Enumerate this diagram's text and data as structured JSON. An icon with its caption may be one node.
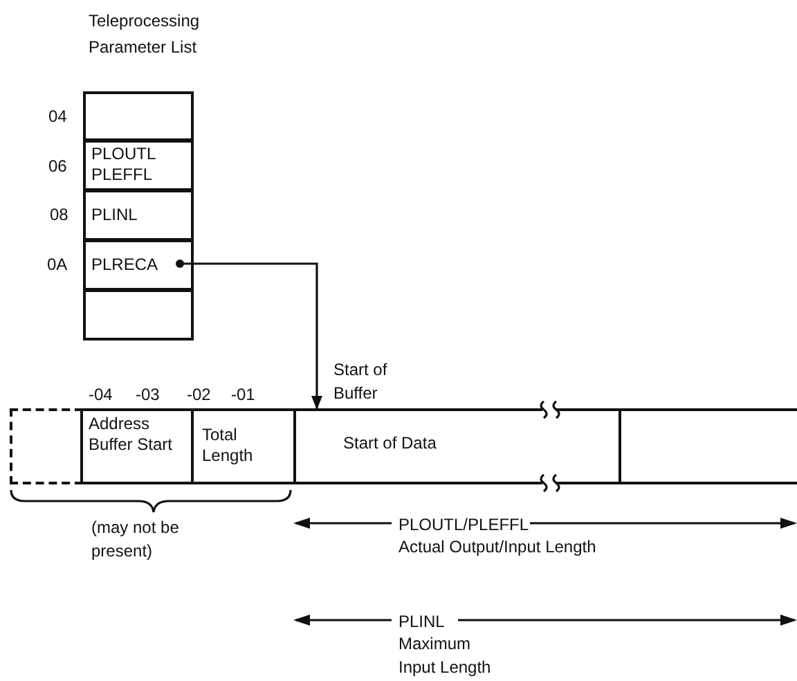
{
  "diagram": {
    "nodes": [
      {
        "text": [
          "Teleprocessing Parameter List"
        ]
      },
      {
        "text": [],
        "shape": "box",
        "in": 0
      },
      {
        "text": [
          "PLOUTL PLEFFL"
        ],
        "in": 0
      },
      {
        "text": [
          "PLINL"
        ],
        "in": 0
      },
      {
        "text": [
          "PLRECA"
        ],
        "in": 0
      },
      {
        "text": [],
        "shape": "box",
        "in": 0
      },
      {
        "text": [],
        "shape": "box"
      },
      {
        "text": [
          "Address Buffer Start"
        ]
      },
      {
        "text": [
          "Total Length"
        ]
      },
      {
        "text": [
          "Start of Data"
        ]
      },
      {
        "text": [],
        "shape": "box"
      }
    ],
    "edges": [
      {
        "from": 4,
        "to": 9,
        "arrow": "to",
        "label": "Start of Buffer"
      }
    ],
    "labels": [
      "04",
      "06",
      "08",
      "0A",
      "-04",
      "-03",
      "-02",
      "-01",
      "(may not be present)",
      "PLOUTL/PLEFFL",
      "Actual Output/Input Length",
      "PLINL",
      "Maximum Input Length"
    ]
  }
}
